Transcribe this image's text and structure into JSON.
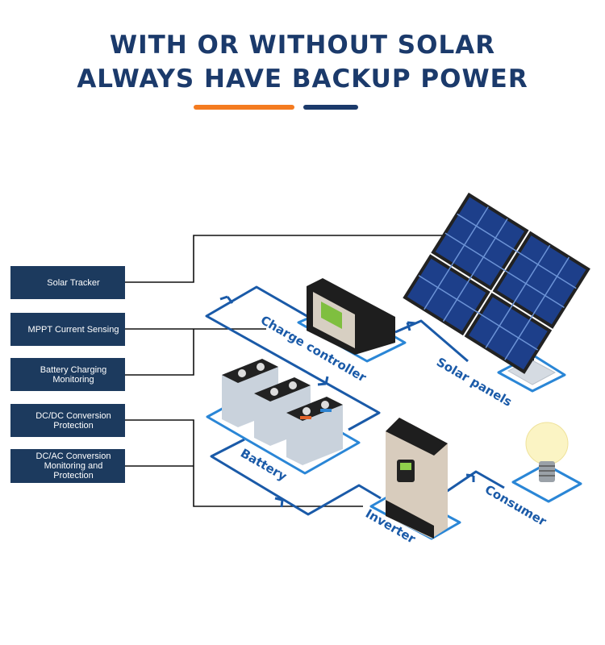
{
  "header": {
    "title_line1": "WITH OR WITHOUT SOLAR",
    "title_line2": "ALWAYS HAVE BACKUP POWER",
    "accent_orange": "#f47b20",
    "accent_navy": "#1b3a6b"
  },
  "features": [
    {
      "label": "Solar Tracker"
    },
    {
      "label": "MPPT Current Sensing"
    },
    {
      "label": "Battery Charging Monitoring"
    },
    {
      "label": "DC/DC Conversion Protection"
    },
    {
      "label": "DC/AC Conversion Monitoring and Protection"
    }
  ],
  "components": {
    "charge_controller": "Charge controller",
    "solar_panels": "Solar panels",
    "battery": "Battery",
    "inverter": "Inverter",
    "consumer": "Consumer"
  }
}
